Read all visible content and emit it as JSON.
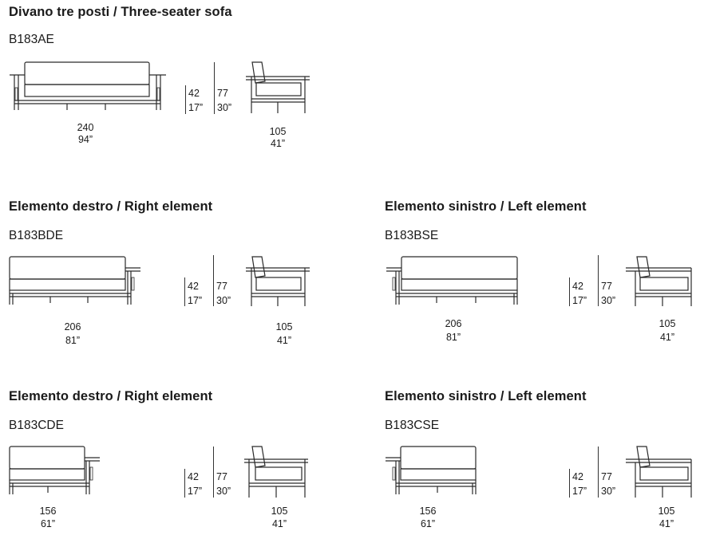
{
  "sections": [
    {
      "title": "Divano tre posti / Three-seater sofa",
      "code": "B183AE",
      "width_cm": "240",
      "width_in": "94”",
      "seat_cm": "42",
      "seat_in": "17”",
      "height_cm": "77",
      "height_in": "30”",
      "depth_cm": "105",
      "depth_in": "41”"
    },
    {
      "title": "Elemento destro / Right element",
      "code": "B183BDE",
      "width_cm": "206",
      "width_in": "81”",
      "seat_cm": "42",
      "seat_in": "17”",
      "height_cm": "77",
      "height_in": "30”",
      "depth_cm": "105",
      "depth_in": "41”"
    },
    {
      "title": "Elemento sinistro / Left element",
      "code": "B183BSE",
      "width_cm": "206",
      "width_in": "81”",
      "seat_cm": "42",
      "seat_in": "17”",
      "height_cm": "77",
      "height_in": "30”",
      "depth_cm": "105",
      "depth_in": "41”"
    },
    {
      "title": "Elemento destro / Right element",
      "code": "B183CDE",
      "width_cm": "156",
      "width_in": "61”",
      "seat_cm": "42",
      "seat_in": "17”",
      "height_cm": "77",
      "height_in": "30”",
      "depth_cm": "105",
      "depth_in": "41”"
    },
    {
      "title": "Elemento sinistro / Left element",
      "code": "B183CSE",
      "width_cm": "156",
      "width_in": "61”",
      "seat_cm": "42",
      "seat_in": "17”",
      "height_cm": "77",
      "height_in": "30”",
      "depth_cm": "105",
      "depth_in": "41”"
    }
  ]
}
